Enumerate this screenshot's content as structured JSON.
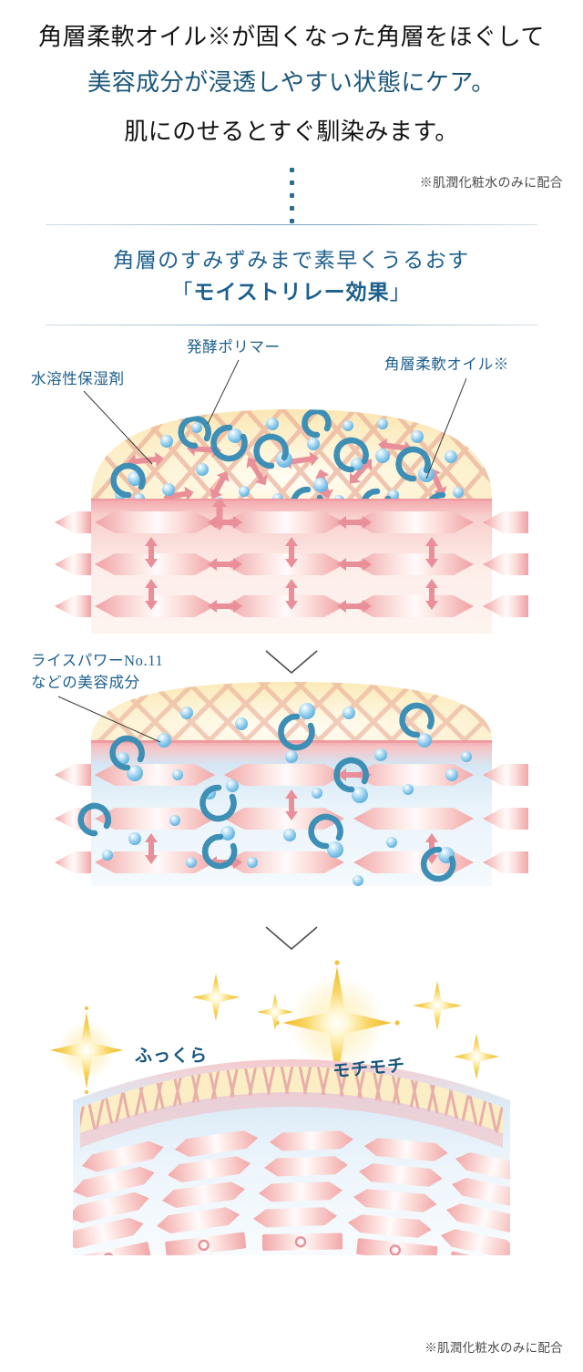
{
  "hero": {
    "line1": "角層柔軟オイル※が固くなった角層をほぐして",
    "line2": "美容成分が浸透しやすい状態にケア。",
    "line3": "肌にのせるとすぐ馴染みます。"
  },
  "notes": {
    "top": "※肌潤化粧水のみに配合",
    "bottom": "※肌潤化粧水のみに配合"
  },
  "section": {
    "heading_line1": "角層のすみずみまで素早くうるおす",
    "heading_open_bracket": "「",
    "heading_emphasis": "モイストリレー効果",
    "heading_close_bracket": "」"
  },
  "stage1": {
    "labels": {
      "water_soluble": "水溶性保湿剤",
      "fermented_polymer": "発酵ポリマー",
      "softening_oil": "角層柔軟オイル※"
    }
  },
  "stage2": {
    "label_line1": "ライスパワーNo.11",
    "label_line2": "などの美容成分"
  },
  "stage3": {
    "sparkle_label_left": "ふっくら",
    "sparkle_label_right": "モチモチ"
  },
  "colors": {
    "accent_blue": "#1d5f8d",
    "deep_navy": "#1a5579",
    "highlight_yellow": "#f2e9a8",
    "cream": "#fbeec4",
    "lattice_pink": "#e8a693",
    "cell_pink": "#f0a0a4",
    "dot_blue": "#7cc3e8",
    "arc_blue": "#3d8fb5",
    "arrow_pink": "#e98f9a",
    "sparkle_gold": "#f5c33b",
    "rule_blue": "#78a0b9"
  }
}
